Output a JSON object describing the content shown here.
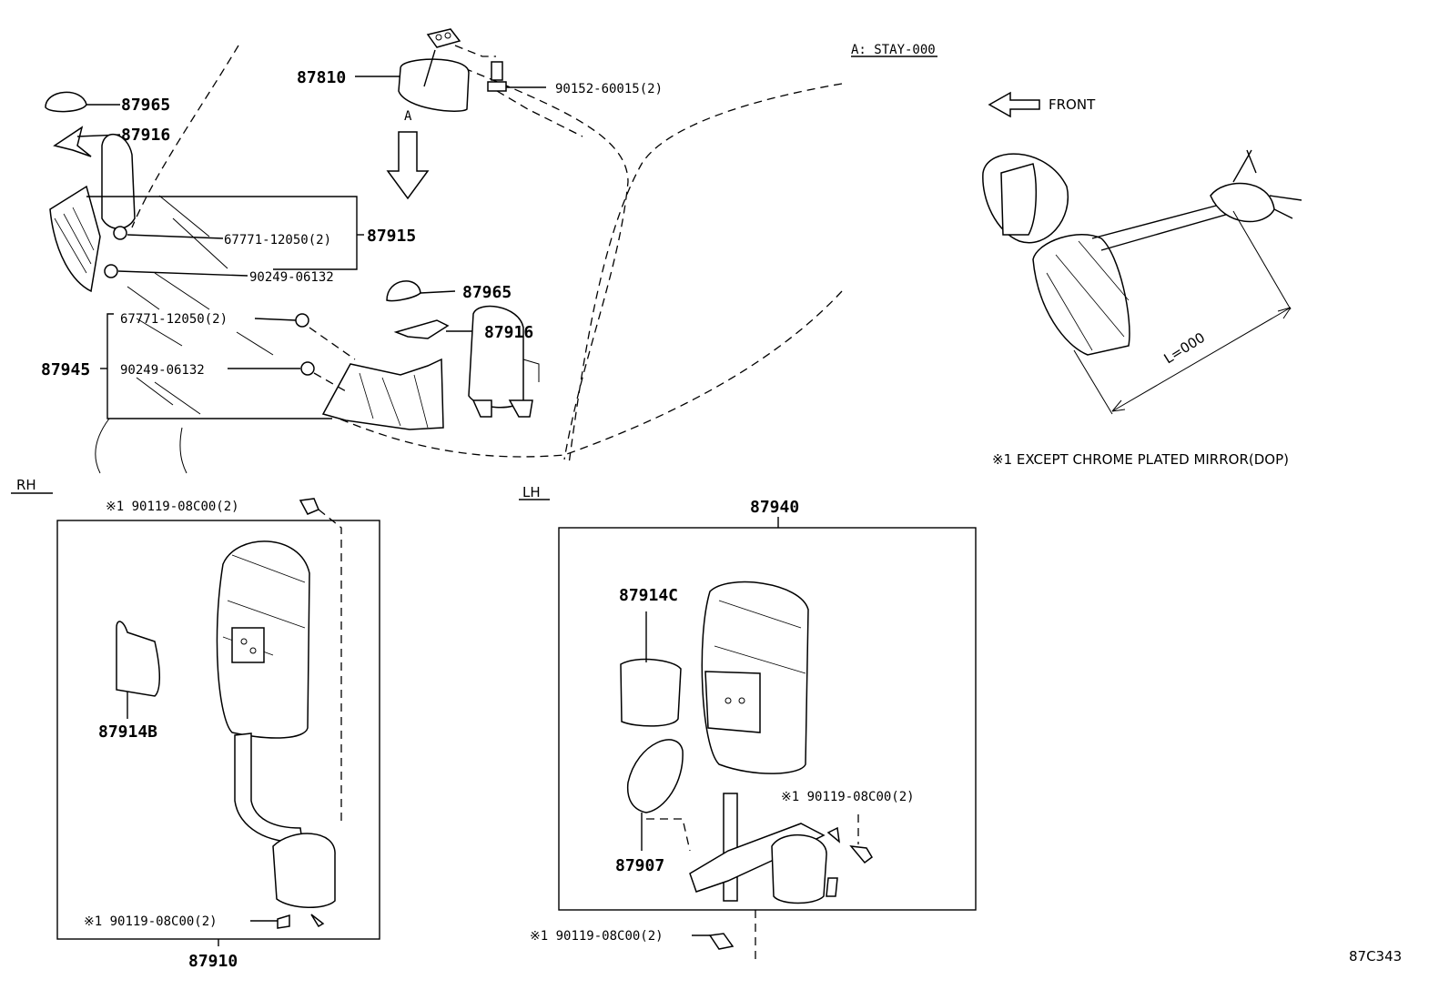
{
  "labels": {
    "p87965_top": "87965",
    "p87916_top": "87916",
    "p87810": "87810",
    "p90152": "90152-60015(2)",
    "view_a_arrow": "A",
    "p67771_top": "67771-12050(2)",
    "p87915": "87915",
    "p90249_top": "90249-06132",
    "p87965_mid": "87965",
    "p67771_mid": "67771-12050(2)",
    "p87916_mid": "87916",
    "p87945": "87945",
    "p90249_mid": "90249-06132",
    "stay": "A: STAY-000",
    "front": "FRONT",
    "length": "L=000",
    "except_note": "※1 EXCEPT CHROME PLATED MIRROR(DOP)",
    "rh": "RH",
    "lh": "LH",
    "rh_bolt_top": "※1  90119-08C00(2)",
    "rh_bolt_bottom": "※1  90119-08C00(2)",
    "p87914b": "87914B",
    "p87910": "87910",
    "p87940": "87940",
    "p87914c": "87914C",
    "lh_bolt_right": "※1  90119-08C00(2)",
    "p87907": "87907",
    "lh_bolt_bottom": "※1  90119-08C00(2)",
    "diagram_code": "87C343"
  }
}
